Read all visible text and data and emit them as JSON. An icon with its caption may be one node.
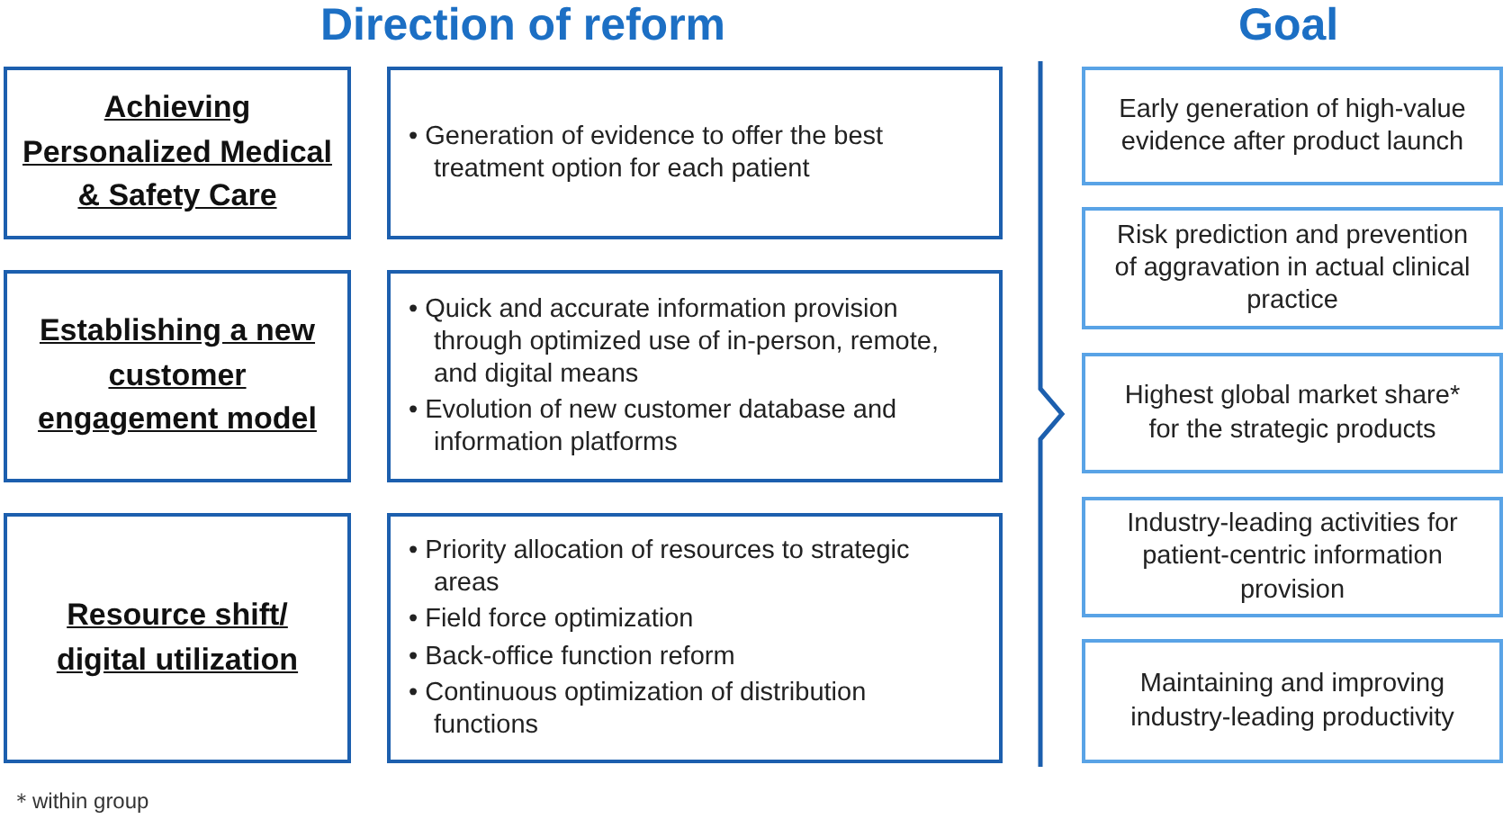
{
  "diagram": {
    "nodes": [
      {
        "text": [
          "Achieving Personalized Medical & Safety Care"
        ]
      },
      {
        "text": [
          "Establishing a new customer engagement model"
        ]
      },
      {
        "text": [
          "Resource shift/ digital utilization"
        ]
      },
      {
        "text": [
          "• Generation of evidence to offer the best treatment option for each patient"
        ]
      },
      {
        "text": [
          "• Quick and accurate information provision through optimized use of in-person, remote, and digital means",
          "• Evolution of new customer database and information platforms"
        ]
      },
      {
        "text": [
          "• Priority allocation of resources to strategic areas",
          "• Field force optimization",
          "• Back-office function reform",
          "• Continuous optimization of distribution functions"
        ]
      },
      {
        "text": [
          "Early generation of high-value evidence after product launch"
        ]
      },
      {
        "text": [
          "Risk prediction and prevention of aggravation in actual clinical practice"
        ]
      },
      {
        "text": [
          "Highest global market share* for the strategic products"
        ]
      },
      {
        "text": [
          "Industry-leading activities for patient-centric information provision"
        ]
      },
      {
        "text": [
          "Maintaining and improving industry-leading productivity"
        ]
      }
    ],
    "edges": [],
    "labels": [
      "Direction of reform",
      "Goal",
      "＊within group"
    ]
  }
}
